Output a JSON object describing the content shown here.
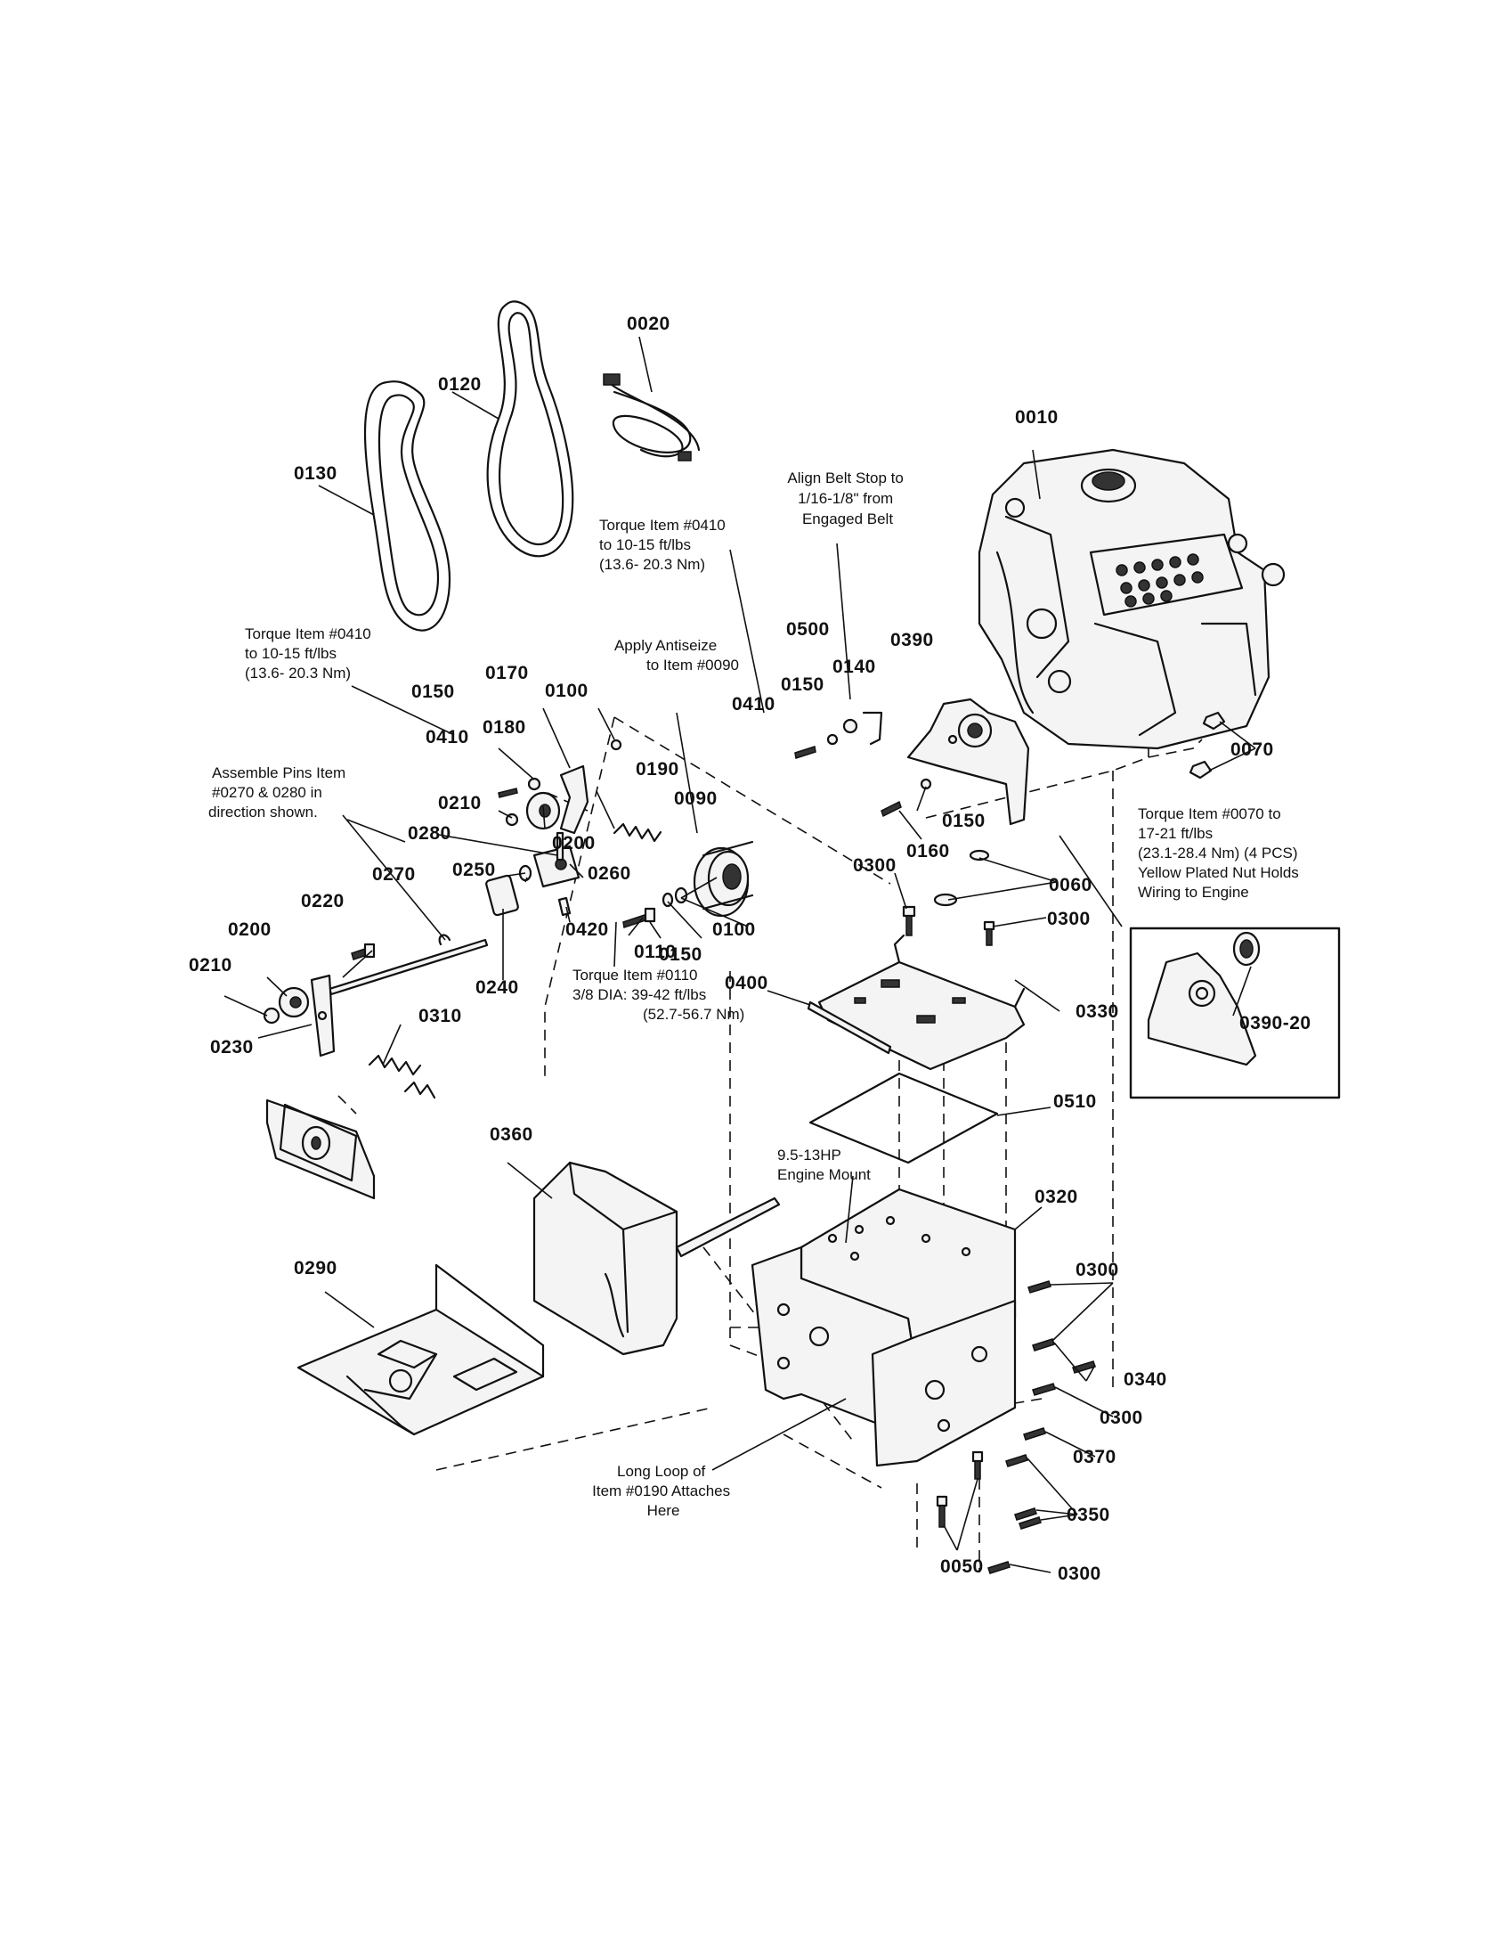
{
  "diagram": {
    "part_labels": {
      "p0010": "0010",
      "p0020": "0020",
      "p0050": "0050",
      "p0060": "0060",
      "p0070": "0070",
      "p0090": "0090",
      "p0100a": "0100",
      "p0100b": "0100",
      "p0110": "0110",
      "p0120": "0120",
      "p0130": "0130",
      "p0140": "0140",
      "p0150a": "0150",
      "p0150b": "0150",
      "p0150c": "0150",
      "p0150d": "0150",
      "p0160": "0160",
      "p0170": "0170",
      "p0180": "0180",
      "p0190": "0190",
      "p0200a": "0200",
      "p0200b": "0200",
      "p0210a": "0210",
      "p0210b": "0210",
      "p0220": "0220",
      "p0230": "0230",
      "p0240": "0240",
      "p0250": "0250",
      "p0260": "0260",
      "p0270": "0270",
      "p0280": "0280",
      "p0290": "0290",
      "p0300a": "0300",
      "p0300b": "0300",
      "p0300c": "0300",
      "p0300d": "0300",
      "p0300e": "0300",
      "p0310": "0310",
      "p0320": "0320",
      "p0330": "0330",
      "p0340": "0340",
      "p0350": "0350",
      "p0360": "0360",
      "p0370": "0370",
      "p0390": "0390",
      "p0390_20": "0390-20",
      "p0400": "0400",
      "p0410a": "0410",
      "p0410b": "0410",
      "p0420": "0420",
      "p0500": "0500",
      "p0510": "0510"
    },
    "notes": {
      "align_belt": [
        "Align Belt Stop to",
        "1/16-1/8\" from",
        "Engaged Belt"
      ],
      "torque_0410_right": [
        "Torque Item #0410",
        "to 10-15 ft/lbs",
        "(13.6- 20.3 Nm)"
      ],
      "torque_0410_left": [
        "Torque Item #0410",
        "to 10-15 ft/lbs",
        "(13.6- 20.3 Nm)"
      ],
      "antiseize": [
        "Apply Antiseize",
        "to Item #0090"
      ],
      "assemble_pins": [
        "Assemble Pins Item",
        "#0270 & 0280 in",
        "direction shown."
      ],
      "torque_0110": [
        "Torque Item #0110",
        "3/8 DIA: 39-42 ft/lbs",
        "(52.7-56.7 Nm)"
      ],
      "torque_0070": [
        "Torque Item #0070 to",
        "17-21 ft/lbs",
        "(23.1-28.4 Nm) (4 PCS)",
        "Yellow Plated Nut Holds",
        "Wiring to Engine"
      ],
      "engine_mount": [
        "9.5-13HP",
        "Engine Mount"
      ],
      "long_loop": [
        "Long Loop of",
        "Item #0190 Attaches",
        "Here"
      ]
    }
  }
}
